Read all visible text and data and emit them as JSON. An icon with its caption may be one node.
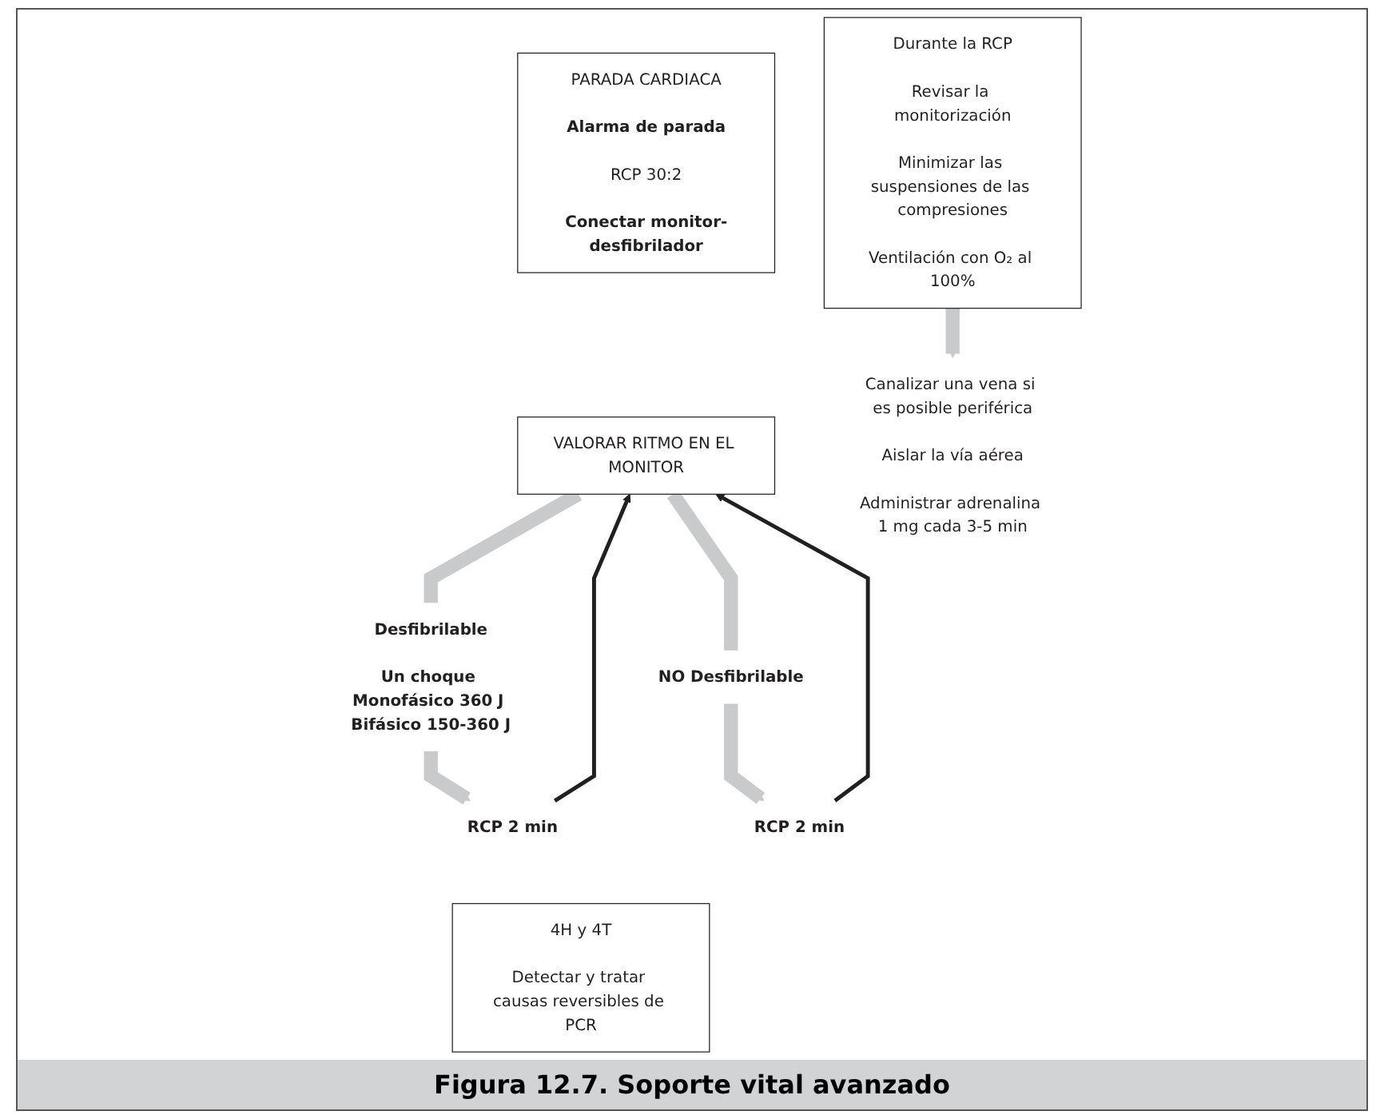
{
  "diagram": {
    "caption": "Figura 12.7. Soporte vital avanzado",
    "nodes": [
      {
        "text": [
          "PARADA CARDIACA",
          "Alarma de parada",
          "RCP 30:2",
          "Conectar monitor-desfibrilador"
        ]
      },
      {
        "text": [
          "VALORAR RITMO EN EL MONITOR"
        ]
      },
      {
        "text": [
          "Desfibrilable",
          "Un choque Monofásico 360 J Bifásico 150-360 J"
        ]
      },
      {
        "text": [
          "RCP 2 min"
        ]
      },
      {
        "text": [
          "NO Desfibrilable"
        ]
      },
      {
        "text": [
          "RCP 2 min"
        ]
      },
      {
        "text": [
          "4H y 4T",
          "Detectar y tratar causas reversibles de PCR"
        ]
      },
      {
        "text": [
          "Durante la RCP",
          "Revisar la monitorización",
          "Minimizar las suspensiones de las compresiones",
          "Ventilación con O₂ al 100%"
        ]
      },
      {
        "text": [
          "Canalizar una vena si es posible periférica",
          "Aislar la vía aérea",
          "Administrar adrenalina 1 mg cada 3-5 min"
        ]
      }
    ],
    "edges": [
      {
        "from": 1,
        "to": 2,
        "arrow": "none"
      },
      {
        "from": 2,
        "to": 3,
        "arrow": "to"
      },
      {
        "from": 1,
        "to": 4,
        "arrow": "none"
      },
      {
        "from": 4,
        "to": 5,
        "arrow": "to"
      },
      {
        "from": 3,
        "to": 1,
        "arrow": "to",
        "color": "#231f20"
      },
      {
        "from": 5,
        "to": 1,
        "arrow": "to",
        "color": "#231f20"
      },
      {
        "from": 7,
        "to": 8,
        "arrow": "to"
      }
    ]
  }
}
